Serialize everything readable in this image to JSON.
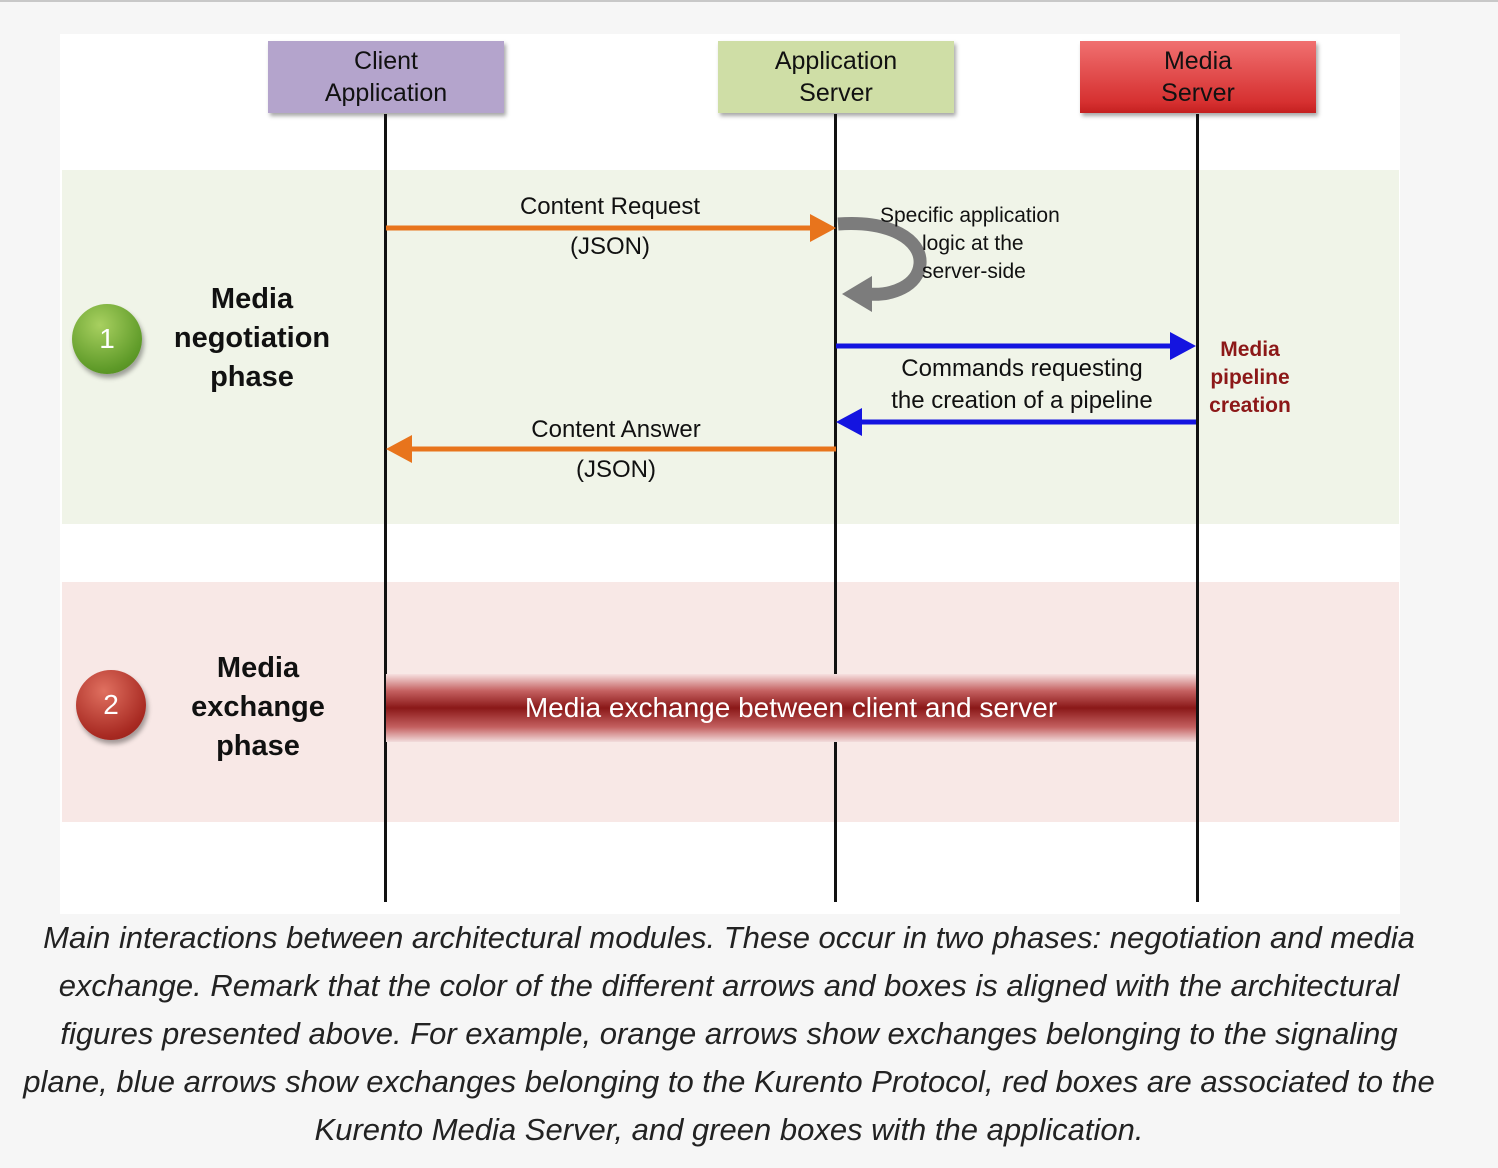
{
  "actors": {
    "client": [
      "Client",
      "Application"
    ],
    "app_server": [
      "Application",
      "Server"
    ],
    "media_server": [
      "Media",
      "Server"
    ]
  },
  "phase1": {
    "number": "1",
    "label": [
      "Media",
      "negotiation",
      "phase"
    ]
  },
  "phase2": {
    "number": "2",
    "label": [
      "Media",
      "exchange",
      "phase"
    ]
  },
  "messages": {
    "content_request": [
      "Content Request",
      "(JSON)"
    ],
    "app_logic": [
      "Specific application",
      "logic at the",
      "server-side"
    ],
    "commands": [
      "Commands requesting",
      "the creation of a pipeline"
    ],
    "pipeline_creation": [
      "Media",
      "pipeline",
      "creation"
    ],
    "content_answer": [
      "Content Answer",
      "(JSON)"
    ],
    "media_exchange": "Media exchange between client and server"
  },
  "colors": {
    "signaling": "#e8741c",
    "kurento_protocol": "#1414e0",
    "pipeline_text": "#8c1818"
  },
  "caption": "Main interactions between architectural modules. These occur in two phases: negotiation and media exchange. Remark that the color of the different arrows and boxes is aligned with the architectural figures presented above. For example, orange arrows show exchanges belonging to the signaling plane, blue arrows show exchanges belonging to the Kurento Protocol, red boxes are associated to the Kurento Media Server, and green boxes with the application."
}
